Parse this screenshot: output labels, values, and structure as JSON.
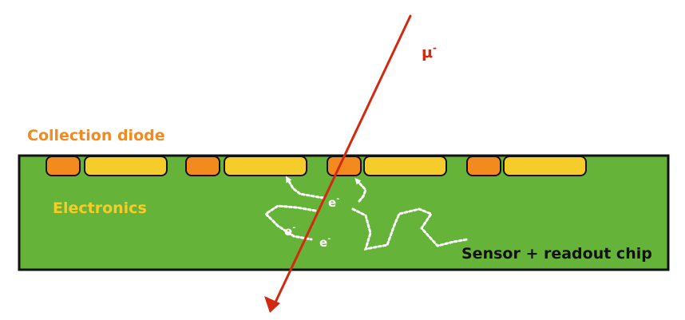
{
  "labels": {
    "collection_diode": "Collection diode",
    "electronics": "Electronics",
    "sensor_chip": "Sensor + readout chip",
    "particle": "μ",
    "particle_superscript": "-",
    "electron": "e",
    "electron_superscript": "-"
  },
  "colors": {
    "substrate": "#66b33a",
    "substrate_border": "#111111",
    "diode": "#f28a1e",
    "electronics_block": "#f6cc2a",
    "label_orange": "#f28a1e",
    "label_yellow": "#f6cc2a",
    "track": "#d12a10",
    "electron_path": "#ffffff"
  }
}
